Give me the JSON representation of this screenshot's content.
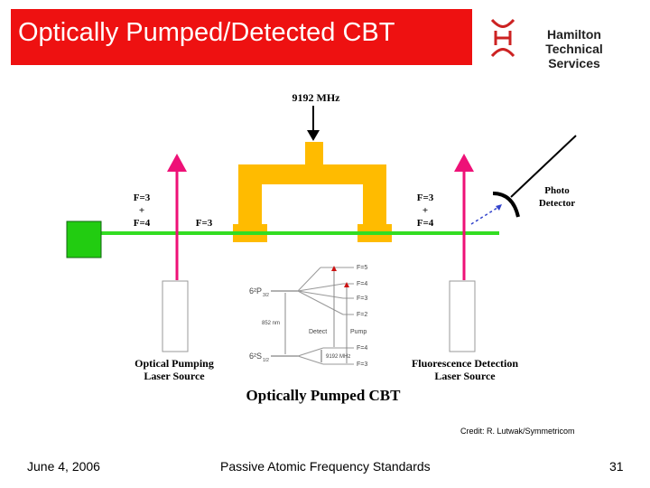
{
  "header": {
    "title": "Optically Pumped/Detected CBT",
    "title_bg": "#ee1111",
    "logo_text_line1": "Hamilton Technical",
    "logo_text_line2": "Services",
    "logo_color": "#cc2222"
  },
  "diagram": {
    "microwave_label": "9192 MHz",
    "left_state_line1": "F=3",
    "left_state_line2": "+",
    "left_state_line3": "F=4",
    "middle_state": "F=3",
    "right_state_line1": "F=3",
    "right_state_line2": "+",
    "right_state_line3": "F=4",
    "photo_detector_line1": "Photo",
    "photo_detector_line2": "Detector",
    "pump_source_line1": "Optical Pumping",
    "pump_source_line2": "Laser Source",
    "detect_source_line1": "Fluorescence Detection",
    "detect_source_line2": "Laser Source",
    "caption": "Optically Pumped CBT",
    "energy_levels": {
      "upper_label": "6²P",
      "upper_sub": "3/2",
      "lower_label": "6²S",
      "lower_sub": "1/2",
      "wavelength": "852 nm",
      "detect": "Detect",
      "pump": "Pump",
      "ground_split": "9192 MHz",
      "upper_levels": [
        "F=5",
        "F=4",
        "F=3",
        "F=2"
      ],
      "lower_levels": [
        "F=4",
        "F=3"
      ]
    },
    "colors": {
      "beam": "#33dd22",
      "laser": "#ee1177",
      "cavity": "#ffbb00",
      "oven": "#22cc11"
    }
  },
  "credit": "Credit: R. Lutwak/Symmetricom",
  "footer": {
    "date": "June 4, 2006",
    "center": "Passive Atomic Frequency Standards",
    "page": "31"
  }
}
